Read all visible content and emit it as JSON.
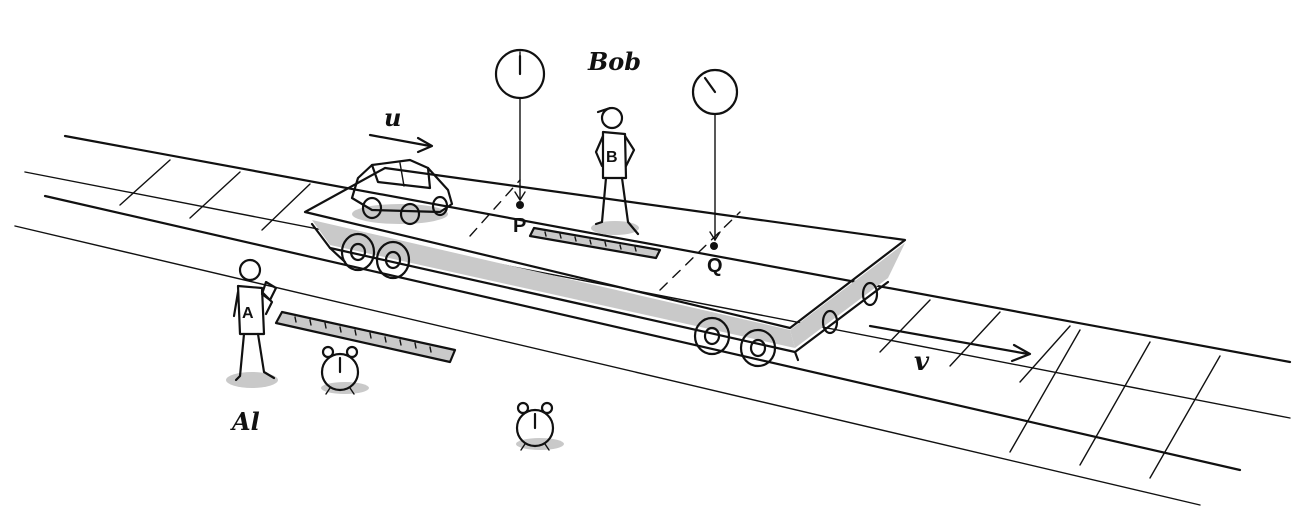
{
  "observers": {
    "ground": "Al",
    "platform": "Bob"
  },
  "shirt_letters": {
    "ground": "A",
    "platform": "B"
  },
  "points": {
    "p": "P",
    "q": "Q"
  },
  "velocities": {
    "car": "u",
    "platform": "v"
  },
  "colors": {
    "ink": "#111111",
    "shadow": "#c9c9c9",
    "background": "#ffffff"
  }
}
